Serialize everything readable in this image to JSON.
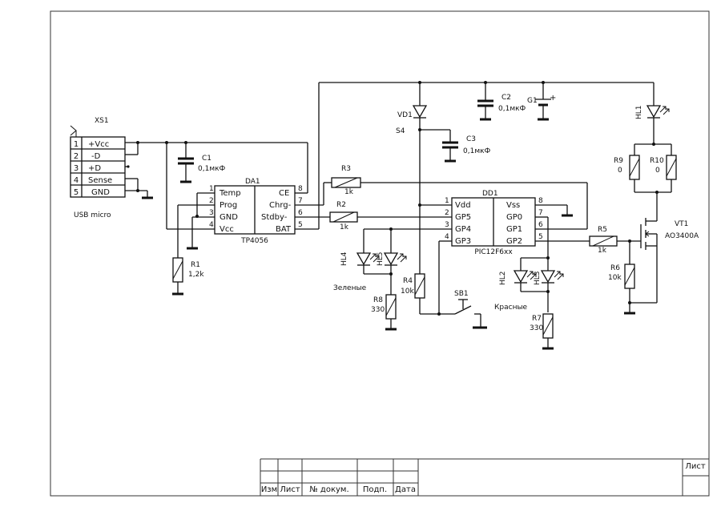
{
  "title_block": {
    "sheet_label": "Лист",
    "columns": [
      "Изм",
      "Лист",
      "№ докум.",
      "Подп.",
      "Дата"
    ]
  },
  "connector": {
    "ref": "XS1",
    "caption": "USB micro",
    "pins": [
      {
        "num": "1",
        "name": "+Vcc"
      },
      {
        "num": "2",
        "name": "-D"
      },
      {
        "num": "3",
        "name": "+D"
      },
      {
        "num": "4",
        "name": "Sense"
      },
      {
        "num": "5",
        "name": "GND"
      }
    ]
  },
  "da1": {
    "ref": "DA1",
    "part": "TP4056",
    "left_pins": [
      {
        "num": "1",
        "name": "Temp"
      },
      {
        "num": "2",
        "name": "Prog"
      },
      {
        "num": "3",
        "name": "GND"
      },
      {
        "num": "4",
        "name": "Vcc"
      }
    ],
    "right_pins": [
      {
        "num": "8",
        "name": "CE"
      },
      {
        "num": "7",
        "name": "Chrg-"
      },
      {
        "num": "6",
        "name": "Stdby-"
      },
      {
        "num": "5",
        "name": "BAT"
      }
    ]
  },
  "dd1": {
    "ref": "DD1",
    "part": "PIC12F6xx",
    "left_pins": [
      {
        "num": "1",
        "name": "Vdd"
      },
      {
        "num": "2",
        "name": "GP5"
      },
      {
        "num": "3",
        "name": "GP4"
      },
      {
        "num": "4",
        "name": "GP3"
      }
    ],
    "right_pins": [
      {
        "num": "8",
        "name": "Vss"
      },
      {
        "num": "7",
        "name": "GP0"
      },
      {
        "num": "6",
        "name": "GP1"
      },
      {
        "num": "5",
        "name": "GP2"
      }
    ]
  },
  "resistors": {
    "R1": {
      "ref": "R1",
      "value": "1,2k"
    },
    "R2": {
      "ref": "R2",
      "value": "1k"
    },
    "R3": {
      "ref": "R3",
      "value": "1k"
    },
    "R4": {
      "ref": "R4",
      "value": "10k"
    },
    "R5": {
      "ref": "R5",
      "value": "1k"
    },
    "R6": {
      "ref": "R6",
      "value": "10k"
    },
    "R7": {
      "ref": "R7",
      "value": "330"
    },
    "R8": {
      "ref": "R8",
      "value": "330"
    },
    "R9": {
      "ref": "R9",
      "value": "0"
    },
    "R10": {
      "ref": "R10",
      "value": "0"
    }
  },
  "capacitors": {
    "C1": {
      "ref": "C1",
      "value": "0,1мкФ"
    },
    "C2": {
      "ref": "C2",
      "value": "0,1мкФ"
    },
    "C3": {
      "ref": "C3",
      "value": "0,1мкФ"
    }
  },
  "battery": {
    "ref": "G1",
    "polarity": "+"
  },
  "diode": {
    "ref": "VD1",
    "part": "S4"
  },
  "leds": {
    "HL1": "HL1",
    "HL2": "HL2",
    "HL3": "HL3",
    "HL4": "HL4",
    "HL5": "HL5",
    "green_caption": "Зеленые",
    "red_caption": "Красные"
  },
  "switch": {
    "ref": "SB1"
  },
  "transistor": {
    "ref": "VT1",
    "part": "AO3400A"
  }
}
